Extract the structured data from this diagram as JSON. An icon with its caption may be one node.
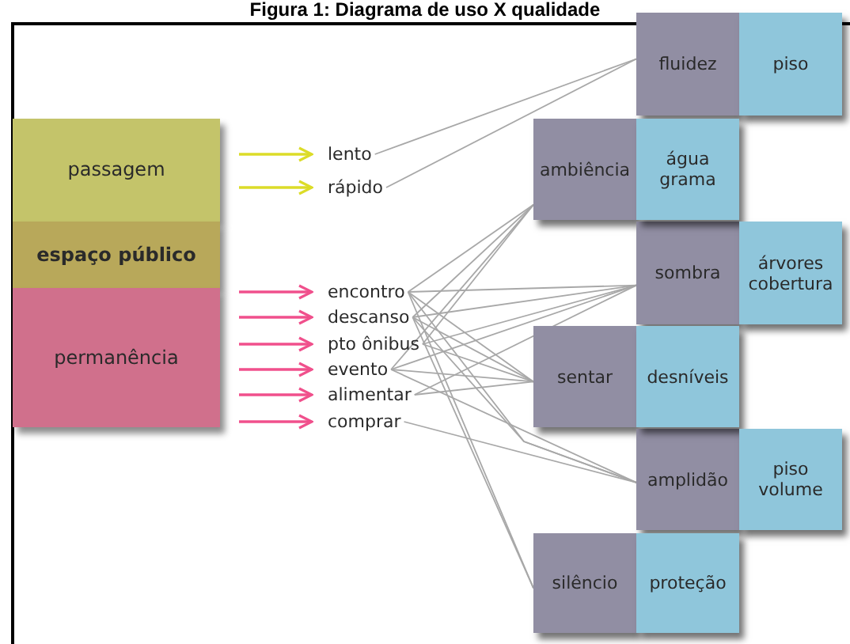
{
  "diagram": {
    "title": "Figura 1: Diagrama de uso X qualidade",
    "nodes": [
      {
        "text": [
          "passagem"
        ]
      },
      {
        "text": [
          "espaço público"
        ]
      },
      {
        "text": [
          "permanência"
        ]
      },
      {
        "text": [
          "lento"
        ]
      },
      {
        "text": [
          "rápido"
        ]
      },
      {
        "text": [
          "encontro"
        ]
      },
      {
        "text": [
          "descanso"
        ]
      },
      {
        "text": [
          "pto ônibus"
        ]
      },
      {
        "text": [
          "evento"
        ]
      },
      {
        "text": [
          "alimentar"
        ]
      },
      {
        "text": [
          "comprar"
        ]
      },
      {
        "text": [
          "fluidez"
        ]
      },
      {
        "text": [
          "piso"
        ]
      },
      {
        "text": [
          "ambiência"
        ]
      },
      {
        "text": [
          "água grama"
        ]
      },
      {
        "text": [
          "sombra"
        ]
      },
      {
        "text": [
          "árvores cobertura"
        ]
      },
      {
        "text": [
          "sentar"
        ]
      },
      {
        "text": [
          "desníveis"
        ]
      },
      {
        "text": [
          "amplidão"
        ]
      },
      {
        "text": [
          "piso volume"
        ]
      },
      {
        "text": [
          "silêncio"
        ]
      },
      {
        "text": [
          "proteção"
        ]
      }
    ],
    "edges": [
      {
        "from": 0,
        "to": 3,
        "arrow": "to",
        "color": "#dcdc28"
      },
      {
        "from": 0,
        "to": 4,
        "arrow": "to",
        "color": "#dcdc28"
      },
      {
        "from": 2,
        "to": 5,
        "arrow": "to",
        "color": "#f0508c"
      },
      {
        "from": 2,
        "to": 6,
        "arrow": "to",
        "color": "#f0508c"
      },
      {
        "from": 2,
        "to": 7,
        "arrow": "to",
        "color": "#f0508c"
      },
      {
        "from": 2,
        "to": 8,
        "arrow": "to",
        "color": "#f0508c"
      },
      {
        "from": 2,
        "to": 9,
        "arrow": "to",
        "color": "#f0508c"
      },
      {
        "from": 2,
        "to": 10,
        "arrow": "to",
        "color": "#f0508c"
      },
      {
        "from": 3,
        "to": 11,
        "arrow": "none"
      },
      {
        "from": 4,
        "to": 11,
        "arrow": "none"
      },
      {
        "from": 5,
        "to": 13,
        "arrow": "none"
      },
      {
        "from": 6,
        "to": 13,
        "arrow": "none"
      },
      {
        "from": 7,
        "to": 13,
        "arrow": "none"
      },
      {
        "from": 8,
        "to": 13,
        "arrow": "none"
      },
      {
        "from": 5,
        "to": 15,
        "arrow": "none"
      },
      {
        "from": 6,
        "to": 15,
        "arrow": "none"
      },
      {
        "from": 7,
        "to": 15,
        "arrow": "none"
      },
      {
        "from": 8,
        "to": 15,
        "arrow": "none"
      },
      {
        "from": 9,
        "to": 15,
        "arrow": "none"
      },
      {
        "from": 5,
        "to": 17,
        "arrow": "none"
      },
      {
        "from": 6,
        "to": 17,
        "arrow": "none"
      },
      {
        "from": 7,
        "to": 17,
        "arrow": "none"
      },
      {
        "from": 8,
        "to": 17,
        "arrow": "none"
      },
      {
        "from": 9,
        "to": 17,
        "arrow": "none"
      },
      {
        "from": 5,
        "to": 19,
        "arrow": "none"
      },
      {
        "from": 6,
        "to": 19,
        "arrow": "none"
      },
      {
        "from": 8,
        "to": 19,
        "arrow": "none"
      },
      {
        "from": 10,
        "to": 19,
        "arrow": "none"
      },
      {
        "from": 5,
        "to": 21,
        "arrow": "none"
      },
      {
        "from": 6,
        "to": 21,
        "arrow": "none"
      }
    ]
  }
}
